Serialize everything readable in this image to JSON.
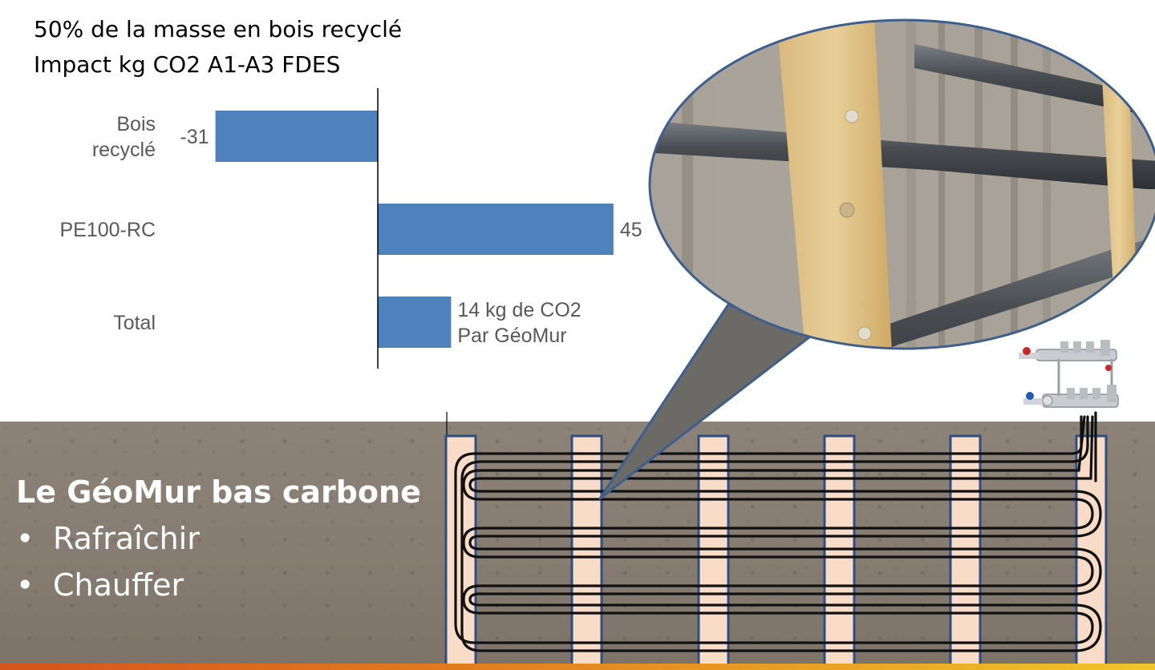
{
  "slide": {
    "title_line1": "50% de la masse en bois recyclé",
    "title_line2": "Impact kg CO2 A1-A3 FDES",
    "caption_title": "Le GéoMur bas carbone",
    "bullets": [
      "Rafraîchir",
      "Chauffer"
    ],
    "bullet_symbol": "•"
  },
  "chart_data": {
    "type": "bar",
    "orientation": "horizontal",
    "categories": [
      "Bois recyclé",
      "PE100-RC",
      "Total"
    ],
    "category_label_lines": [
      [
        "Bois",
        "recyclé"
      ],
      [
        "PE100-RC"
      ],
      [
        "Total"
      ]
    ],
    "values": [
      -31,
      45,
      14
    ],
    "data_labels": [
      [
        "-31"
      ],
      [
        "45"
      ],
      [
        "14 kg de CO2",
        "Par GéoMur"
      ]
    ],
    "title": "50% de la masse en bois recyclé",
    "subtitle": "Impact kg CO2 A1-A3 FDES",
    "xlim": [
      -31,
      45
    ],
    "grid": false,
    "bar_color": "#4f81bd"
  },
  "colors": {
    "bar": "#4f81bd",
    "post_fill": "#f9dcc8",
    "post_border": "#2e4f83",
    "pipe": "#111111",
    "callout_border": "#3d5f8f",
    "ground": "#877c71"
  },
  "illustration": {
    "callout_photo": "wood-frame-with-pipes-photo",
    "manifold": "manifold-icon",
    "post_count": 6
  }
}
